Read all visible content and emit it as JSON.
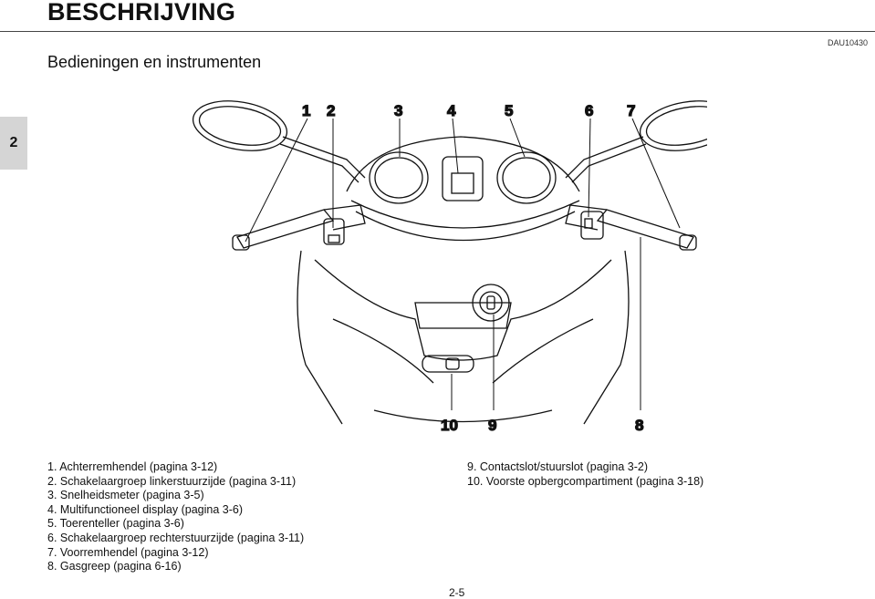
{
  "header": {
    "title": "BESCHRIJVING",
    "subtitle": "Bedieningen en instrumenten",
    "code": "DAU10430"
  },
  "chapter_tab": "2",
  "callouts": {
    "top": [
      "1",
      "2",
      "3",
      "4",
      "5",
      "6",
      "7"
    ],
    "bottom": [
      "10",
      "9",
      "8"
    ]
  },
  "legend": {
    "left": [
      "1. Achterremhendel (pagina 3-12)",
      "2. Schakelaargroep linkerstuurzijde (pagina 3-11)",
      "3. Snelheidsmeter (pagina 3-5)",
      "4. Multifunctioneel display (pagina 3-6)",
      "5. Toerenteller (pagina 3-6)",
      "6. Schakelaargroep rechterstuurzijde (pagina 3-11)",
      "7. Voorremhendel (pagina 3-12)",
      "8. Gasgreep (pagina 6-16)"
    ],
    "right": [
      "9. Contactslot/stuurslot (pagina 3-2)",
      "10. Voorste opbergcompartiment (pagina 3-18)"
    ]
  },
  "page_number": "2-5"
}
